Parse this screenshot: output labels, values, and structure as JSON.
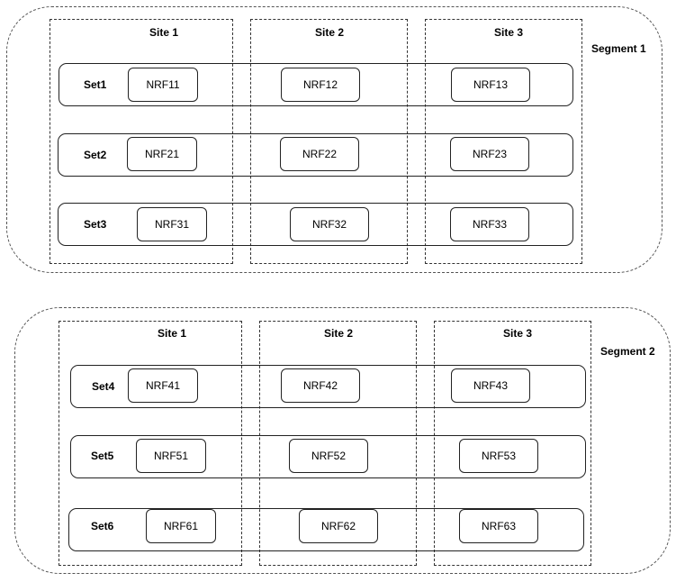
{
  "segments": [
    {
      "label": "Segment 1",
      "sites": [
        "Site 1",
        "Site 2",
        "Site 3"
      ],
      "sets": [
        {
          "label": "Set1",
          "nrfs": [
            "NRF11",
            "NRF12",
            "NRF13"
          ]
        },
        {
          "label": "Set2",
          "nrfs": [
            "NRF21",
            "NRF22",
            "NRF23"
          ]
        },
        {
          "label": "Set3",
          "nrfs": [
            "NRF31",
            "NRF32",
            "NRF33"
          ]
        }
      ]
    },
    {
      "label": "Segment 2",
      "sites": [
        "Site 1",
        "Site 2",
        "Site 3"
      ],
      "sets": [
        {
          "label": "Set4",
          "nrfs": [
            "NRF41",
            "NRF42",
            "NRF43"
          ]
        },
        {
          "label": "Set5",
          "nrfs": [
            "NRF51",
            "NRF52",
            "NRF53"
          ]
        },
        {
          "label": "Set6",
          "nrfs": [
            "NRF61",
            "NRF62",
            "NRF63"
          ]
        }
      ]
    }
  ]
}
